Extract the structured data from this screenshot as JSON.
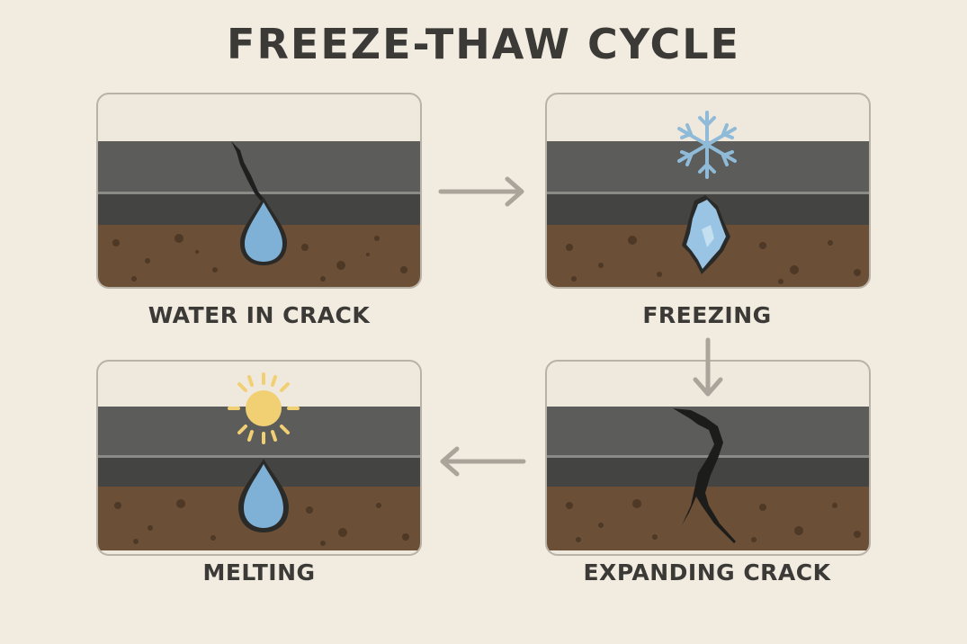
{
  "title": "FREEZE-THAW CYCLE",
  "steps": [
    {
      "label": "WATER IN CRACK"
    },
    {
      "label": "FREEZING"
    },
    {
      "label": "EXPANDING CRACK"
    },
    {
      "label": "MELTING"
    }
  ],
  "colors": {
    "background": "#f1ebe0",
    "asphalt_top": "#5c5d5a",
    "asphalt_mid": "#444543",
    "soil": "#6b4f36",
    "water": "#7fb0d6",
    "ice": "#9ac4e4",
    "snowflake": "#8fbbd9",
    "sun": "#f1cf73",
    "arrow": "#aaa49a",
    "text": "#3b3a37"
  }
}
